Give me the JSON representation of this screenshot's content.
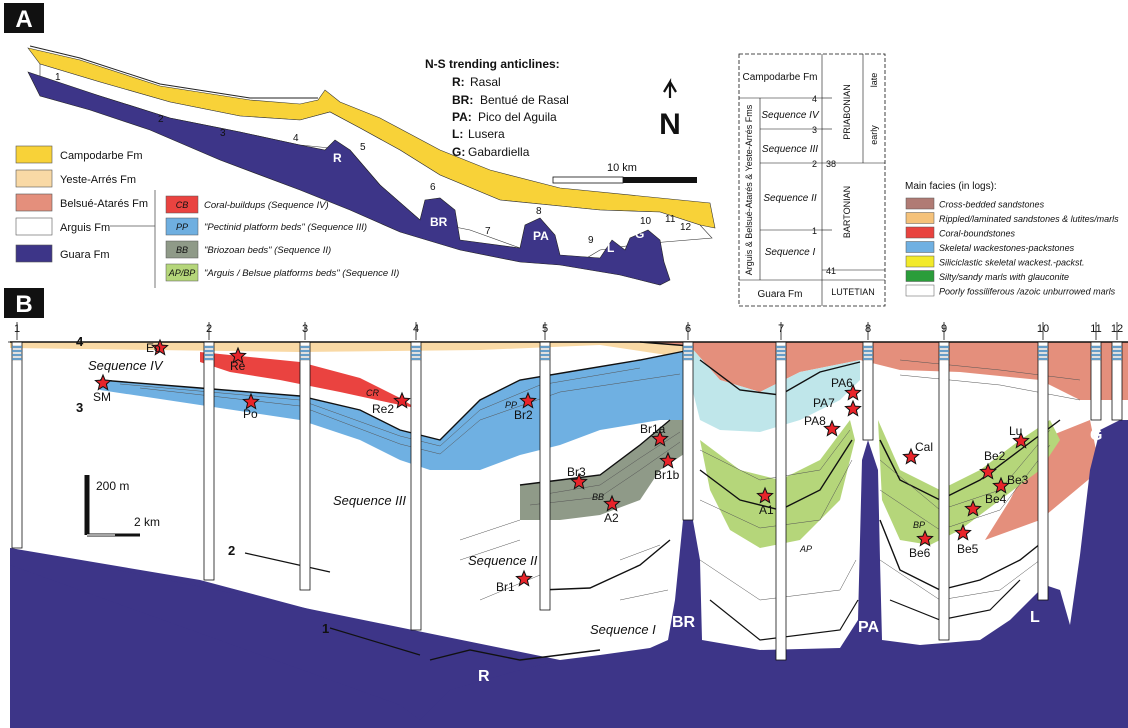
{
  "panel_a": {
    "label": "A",
    "legend_formations": [
      {
        "name": "Campodarbe Fm",
        "color": "#f8d238"
      },
      {
        "name": "Yeste-Arrés Fm",
        "color": "#f9d9a5"
      },
      {
        "name": "Belsué-Atarés Fm",
        "color": "#e48f7c"
      },
      {
        "name": "Arguis Fm",
        "color": "#ffffff"
      },
      {
        "name": "Guara Fm",
        "color": "#3d3588"
      }
    ],
    "legend_units": [
      {
        "code": "CB",
        "text": "Coral-buildups (Sequence IV)",
        "color": "#ea4340"
      },
      {
        "code": "PP",
        "text": "\"Pectinid platform beds\" (Sequence III)",
        "color": "#6fafe0"
      },
      {
        "code": "BB",
        "text": "\"Briozoan beds\" (Sequence II)",
        "color": "#8f9a88"
      },
      {
        "code": "AP/BP",
        "text": "\"Arguis / Belsue platforms beds\" (Sequence II)",
        "color": "#b5d67a"
      }
    ],
    "anticlines_title": "N-S trending anticlines:",
    "anticlines": [
      {
        "code": "R:",
        "name": "Rasal"
      },
      {
        "code": "BR:",
        "name": "Bentué de Rasal"
      },
      {
        "code": "PA:",
        "name": "Pico del Aguila"
      },
      {
        "code": "L:",
        "name": "Lusera"
      },
      {
        "code": "G:",
        "name": "Gabardiella"
      }
    ],
    "north": "N",
    "scale": "10 km",
    "section_numbers": [
      "1",
      "2",
      "3",
      "4",
      "5",
      "6",
      "7",
      "8",
      "9",
      "10",
      "11",
      "12"
    ],
    "structure_labels": [
      "R",
      "BR",
      "PA",
      "L",
      "G"
    ]
  },
  "stratigraphy": {
    "side_label": "Arguis & Belsué-Atarés & Yeste-Arrés Fms",
    "units": [
      "Campodarbe Fm",
      "Sequence IV",
      "Sequence III",
      "Sequence II",
      "Sequence I",
      "Guara Fm"
    ],
    "ticks": [
      "4",
      "3",
      "2",
      "1"
    ],
    "ages_ma": [
      "38",
      "41"
    ],
    "stages": [
      "PRIABONIAN",
      "BARTONIAN",
      "LUTETIAN"
    ],
    "substages": [
      "late",
      "early"
    ]
  },
  "facies": {
    "title": "Main facies (in logs):",
    "items": [
      {
        "text": "Cross-bedded sandstones",
        "color": "#b07b74"
      },
      {
        "text": "Rippled/laminated sandstones & lutites/marls",
        "color": "#f5c27a"
      },
      {
        "text": "Coral-boundstones",
        "color": "#e8433f"
      },
      {
        "text": "Skeletal wackestones-packstones",
        "color": "#6fb0e2"
      },
      {
        "text": "Siliciclastic skeletal wackest.-packst.",
        "color": "#f2ea2a"
      },
      {
        "text": "Silty/sandy marls with glauconite",
        "color": "#2a9d3a"
      },
      {
        "text": "Poorly fossiliferous /azoic unburrowed marls",
        "color": "#ffffff"
      }
    ]
  },
  "panel_b": {
    "label": "B",
    "log_numbers": [
      "1",
      "2",
      "3",
      "4",
      "5",
      "6",
      "7",
      "8",
      "9",
      "10",
      "11",
      "12"
    ],
    "sequence_labels": [
      "Sequence IV",
      "Sequence III",
      "Sequence II",
      "Sequence I"
    ],
    "boundary_numbers": [
      "4",
      "3",
      "2",
      "1"
    ],
    "unit_codes": [
      "CR",
      "PP",
      "BB",
      "AP",
      "BP"
    ],
    "structures": [
      "R",
      "BR",
      "PA",
      "L",
      "G"
    ],
    "scale_vertical": "200 m",
    "scale_horizontal": "2 km",
    "samples": [
      "Eo",
      "Re",
      "SM",
      "Po",
      "Re2",
      "Br2",
      "Br1a",
      "Br1b",
      "Br3",
      "A2",
      "Br1",
      "A1",
      "PA6",
      "PA7",
      "PA8",
      "Cal",
      "Be2",
      "Lu",
      "Be3",
      "Be4",
      "Be6",
      "Be5"
    ]
  }
}
